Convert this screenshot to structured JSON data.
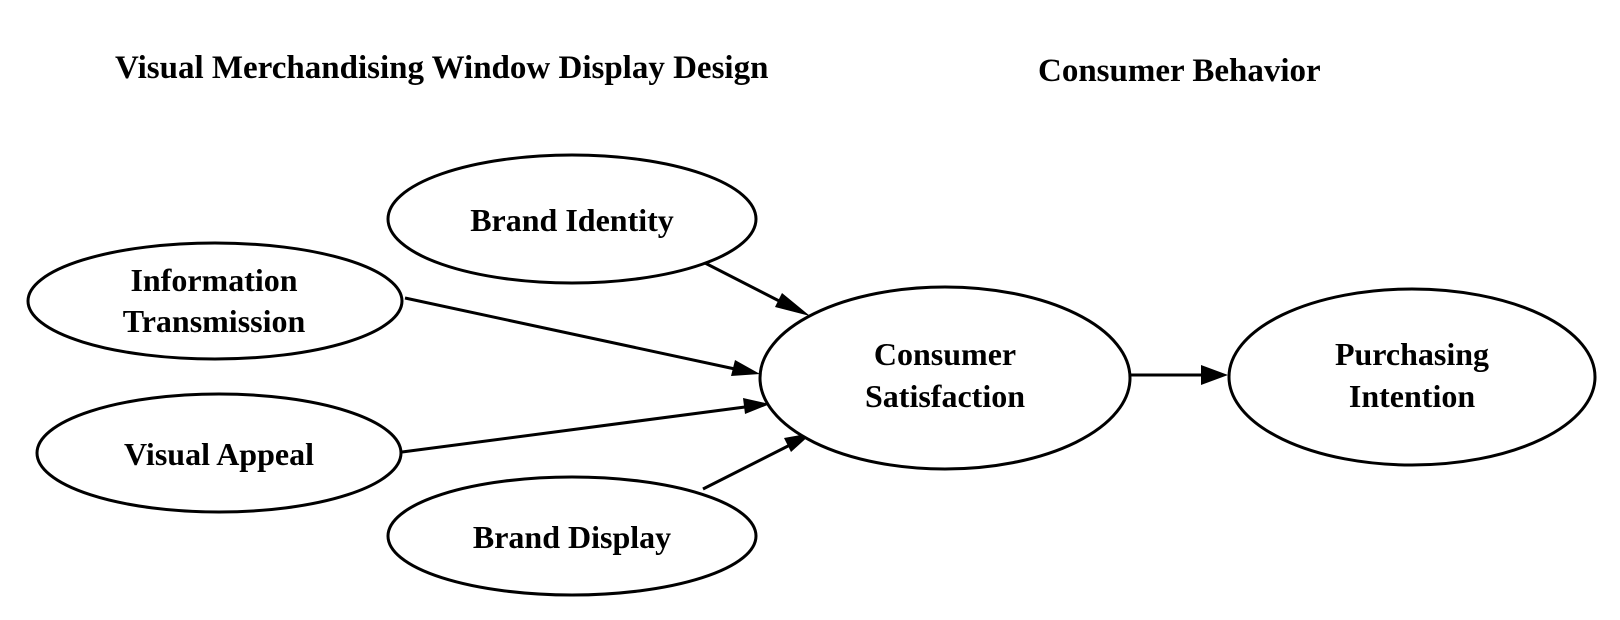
{
  "headings": {
    "left": "Visual Merchandising Window Display Design",
    "right": "Consumer Behavior"
  },
  "nodes": {
    "brand_identity": {
      "lines": [
        "Brand Identity"
      ]
    },
    "information_transmission": {
      "lines": [
        "Information",
        "Transmission"
      ]
    },
    "visual_appeal": {
      "lines": [
        "Visual Appeal"
      ]
    },
    "brand_display": {
      "lines": [
        "Brand Display"
      ]
    },
    "consumer_satisfaction": {
      "lines": [
        "Consumer",
        "Satisfaction"
      ]
    },
    "purchasing_intention": {
      "lines": [
        "Purchasing",
        "Intention"
      ]
    }
  },
  "edges": [
    {
      "from": "brand_identity",
      "to": "consumer_satisfaction"
    },
    {
      "from": "information_transmission",
      "to": "consumer_satisfaction"
    },
    {
      "from": "visual_appeal",
      "to": "consumer_satisfaction"
    },
    {
      "from": "brand_display",
      "to": "consumer_satisfaction"
    },
    {
      "from": "consumer_satisfaction",
      "to": "purchasing_intention"
    }
  ],
  "colors": {
    "stroke": "#000000",
    "fill": "#ffffff",
    "text": "#000000"
  }
}
